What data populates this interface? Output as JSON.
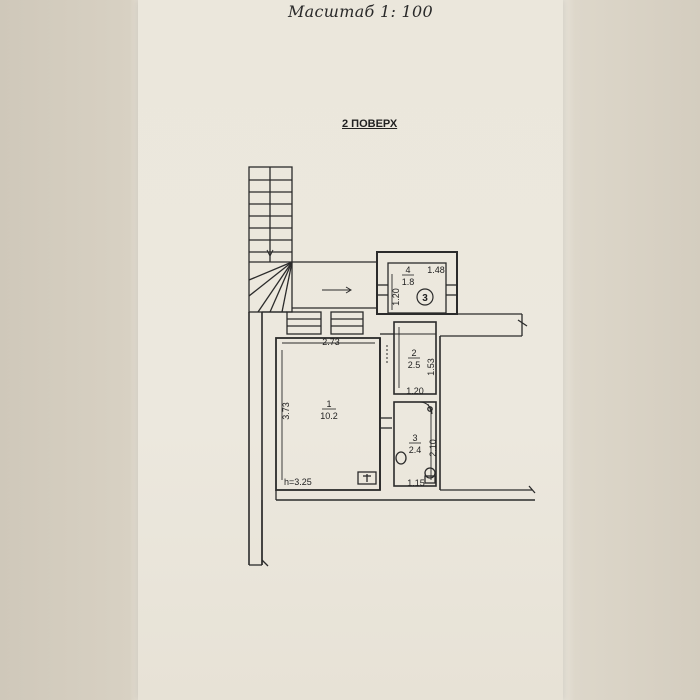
{
  "header": {
    "scale": "Масштаб 1: 100",
    "floor": "2 ПОВЕРХ"
  },
  "plan": {
    "rooms": [
      {
        "number": "1",
        "area": "10.2"
      },
      {
        "number": "2",
        "area": "2.5"
      },
      {
        "number": "3",
        "area": "2.4"
      },
      {
        "number": "4",
        "area": "1.8"
      }
    ],
    "dimensions": {
      "room1_width": "2.73",
      "room1_length": "3.73",
      "room2_width": "1.20",
      "room2_length": "1.53",
      "room3_width": "1.15",
      "room3_length": "2.10",
      "room4_width": "1.48",
      "room4_length": "1.20"
    },
    "ceiling_height": "h=3.25",
    "marker": "3"
  }
}
